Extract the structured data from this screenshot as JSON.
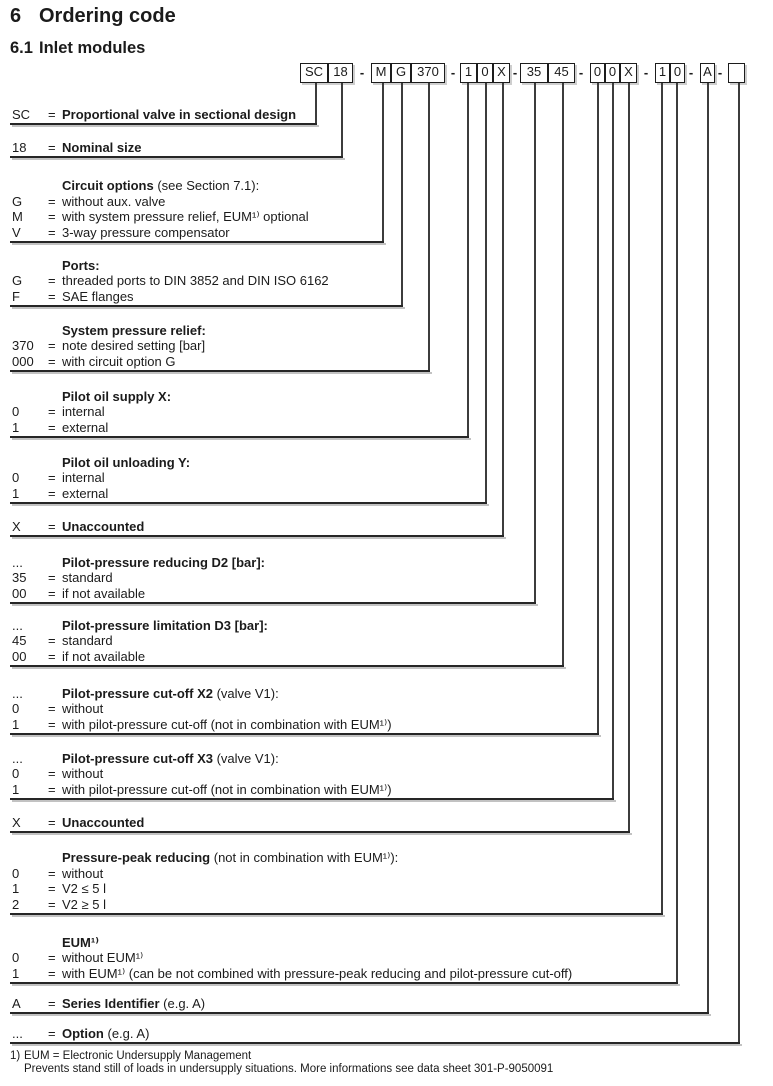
{
  "document": {
    "section_number": "6",
    "section_title": "Ordering code",
    "subsection_number": "6.1",
    "subsection_title": "Inlet modules"
  },
  "ordering_code": {
    "separator": "-",
    "segments": [
      "SC",
      "18",
      "M",
      "G",
      "370",
      "1",
      "0",
      "X",
      "35",
      "45",
      "0",
      "0",
      "X",
      "1",
      "0",
      "A",
      ""
    ]
  },
  "sections": [
    {
      "name": "valve-type",
      "lines": [
        {
          "label": "SC",
          "eq": "=",
          "bold": "Proportional valve in sectional design",
          "normal": ""
        }
      ]
    },
    {
      "name": "nominal-size",
      "lines": [
        {
          "label": "18",
          "eq": "=",
          "bold": "Nominal size",
          "normal": ""
        }
      ]
    },
    {
      "name": "circuit-options",
      "lines": [
        {
          "label": "",
          "eq": "",
          "bold": "Circuit options",
          "normal": " (see Section 7.1):"
        },
        {
          "label": "G",
          "eq": "=",
          "bold": "",
          "normal": "without aux. valve"
        },
        {
          "label": "M",
          "eq": "=",
          "bold": "",
          "normal": "with system pressure relief, EUM¹⁾ optional"
        },
        {
          "label": "V",
          "eq": "=",
          "bold": "",
          "normal": "3-way pressure compensator"
        }
      ]
    },
    {
      "name": "ports",
      "lines": [
        {
          "label": "",
          "eq": "",
          "bold": "Ports:",
          "normal": ""
        },
        {
          "label": "G",
          "eq": "=",
          "bold": "",
          "normal": "threaded ports to DIN 3852 and DIN ISO 6162"
        },
        {
          "label": "F",
          "eq": "=",
          "bold": "",
          "normal": "SAE flanges"
        }
      ]
    },
    {
      "name": "system-pressure-relief",
      "lines": [
        {
          "label": "",
          "eq": "",
          "bold": "System pressure relief:",
          "normal": ""
        },
        {
          "label": "370",
          "eq": "=",
          "bold": "",
          "normal": "note desired setting [bar]"
        },
        {
          "label": "000",
          "eq": "=",
          "bold": "",
          "normal": "with circuit option G"
        }
      ]
    },
    {
      "name": "pilot-oil-supply-x",
      "lines": [
        {
          "label": "",
          "eq": "",
          "bold": "Pilot oil supply X:",
          "normal": ""
        },
        {
          "label": "0",
          "eq": "=",
          "bold": "",
          "normal": "internal"
        },
        {
          "label": "1",
          "eq": "=",
          "bold": "",
          "normal": "external"
        }
      ]
    },
    {
      "name": "pilot-oil-unloading-y",
      "lines": [
        {
          "label": "",
          "eq": "",
          "bold": "Pilot oil unloading Y:",
          "normal": ""
        },
        {
          "label": "0",
          "eq": "=",
          "bold": "",
          "normal": "internal"
        },
        {
          "label": "1",
          "eq": "=",
          "bold": "",
          "normal": "external"
        }
      ]
    },
    {
      "name": "unaccounted-1",
      "lines": [
        {
          "label": "X",
          "eq": "=",
          "bold": "Unaccounted",
          "normal": ""
        }
      ]
    },
    {
      "name": "pilot-pressure-reducing-d2",
      "lines": [
        {
          "label": "...",
          "eq": "",
          "bold": "Pilot-pressure reducing D2 [bar]:",
          "normal": ""
        },
        {
          "label": "35",
          "eq": "=",
          "bold": "",
          "normal": "standard"
        },
        {
          "label": "00",
          "eq": "=",
          "bold": "",
          "normal": "if not available"
        }
      ]
    },
    {
      "name": "pilot-pressure-limitation-d3",
      "lines": [
        {
          "label": "...",
          "eq": "",
          "bold": "Pilot-pressure limitation D3 [bar]:",
          "normal": ""
        },
        {
          "label": "45",
          "eq": "=",
          "bold": "",
          "normal": "standard"
        },
        {
          "label": "00",
          "eq": "=",
          "bold": "",
          "normal": "if not available"
        }
      ]
    },
    {
      "name": "pilot-pressure-cutoff-x2",
      "lines": [
        {
          "label": "...",
          "eq": "",
          "bold": "Pilot-pressure cut-off X2",
          "normal": " (valve V1):"
        },
        {
          "label": "0",
          "eq": "=",
          "bold": "",
          "normal": "without"
        },
        {
          "label": "1",
          "eq": "=",
          "bold": "",
          "normal": "with pilot-pressure cut-off (not in combination with EUM¹⁾)"
        }
      ]
    },
    {
      "name": "pilot-pressure-cutoff-x3",
      "lines": [
        {
          "label": "...",
          "eq": "",
          "bold": "Pilot-pressure cut-off X3",
          "normal": " (valve V1):"
        },
        {
          "label": "0",
          "eq": "=",
          "bold": "",
          "normal": "without"
        },
        {
          "label": "1",
          "eq": "=",
          "bold": "",
          "normal": "with pilot-pressure cut-off (not in combination with EUM¹⁾)"
        }
      ]
    },
    {
      "name": "unaccounted-2",
      "lines": [
        {
          "label": "X",
          "eq": "=",
          "bold": "Unaccounted",
          "normal": ""
        }
      ]
    },
    {
      "name": "pressure-peak-reducing",
      "lines": [
        {
          "label": "",
          "eq": "",
          "bold": "Pressure-peak reducing",
          "normal": " (not in combination with EUM¹⁾):"
        },
        {
          "label": "0",
          "eq": "=",
          "bold": "",
          "normal": "without"
        },
        {
          "label": "1",
          "eq": "=",
          "bold": "",
          "normal": "V2 ≤ 5 l"
        },
        {
          "label": "2",
          "eq": "=",
          "bold": "",
          "normal": "V2 ≥ 5 l"
        }
      ]
    },
    {
      "name": "eum",
      "lines": [
        {
          "label": "",
          "eq": "",
          "bold": "EUM¹⁾",
          "normal": ""
        },
        {
          "label": "0",
          "eq": "=",
          "bold": "",
          "normal": "without EUM¹⁾"
        },
        {
          "label": "1",
          "eq": "=",
          "bold": "",
          "normal": "with EUM¹⁾ (can be not combined with pressure-peak reducing and pilot-pressure cut-off)"
        }
      ]
    },
    {
      "name": "series-identifier",
      "lines": [
        {
          "label": "A",
          "eq": "=",
          "bold": "Series Identifier",
          "normal": " (e.g. A)"
        }
      ]
    },
    {
      "name": "option",
      "lines": [
        {
          "label": "...",
          "eq": "=",
          "bold": "Option",
          "normal": " (e.g. A)"
        }
      ]
    }
  ],
  "footnote": {
    "marker": "1)",
    "line1": "EUM = Electronic Undersupply Management",
    "line2": "Prevents stand still of loads in undersupply situations. More informations see data sheet 301-P-9050091"
  }
}
